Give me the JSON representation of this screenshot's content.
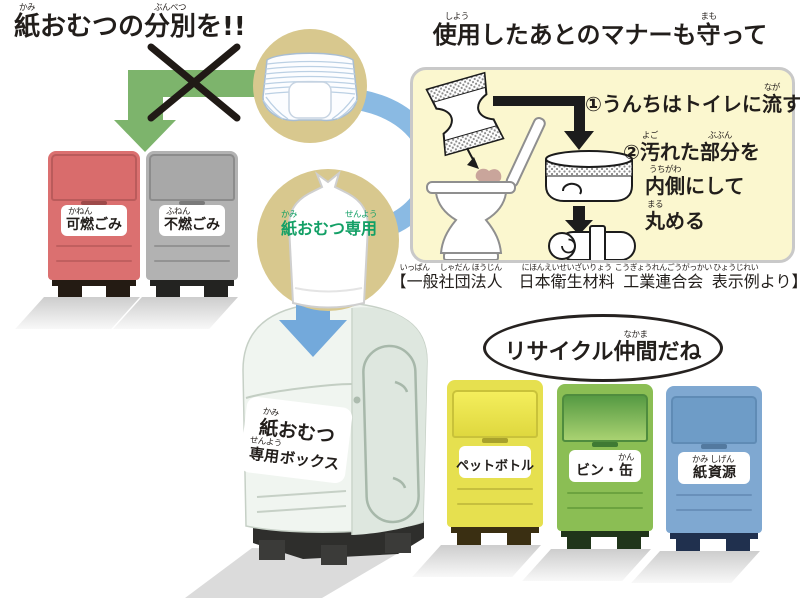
{
  "colors": {
    "green_arrow": "#7DB46C",
    "x_mark": "#201A16",
    "tan_circle": "#D8C88E",
    "blue_arrow": "#84B6E1",
    "panel_bg": "#FBF7CF",
    "panel_border": "#C9C9C9",
    "bag_text_green": "#13A066",
    "burnable_bin": "#DB7070",
    "nonburnable_bin": "#B2B2B2",
    "pet_bottle_bin": "#E6E04F",
    "bin_can_bin": "#8BBE54",
    "paper_resource_bin": "#7FA8D1",
    "diaper_box_body": "#F0F5F0"
  },
  "main_title": {
    "segments": [
      {
        "furi": "かみ",
        "base": "紙"
      },
      {
        "furi": "",
        "base": "おむつの"
      },
      {
        "furi": "ぶんべつ",
        "base": "分別"
      },
      {
        "furi": "",
        "base": "を!!"
      }
    ]
  },
  "wrong_bins": {
    "burnable": {
      "segments": [
        {
          "furi": "かねん",
          "base": "可燃"
        },
        {
          "furi": "",
          "base": "ごみ"
        }
      ]
    },
    "nonburnable": {
      "segments": [
        {
          "furi": "ふねん",
          "base": "不燃"
        },
        {
          "furi": "",
          "base": "ごみ"
        }
      ]
    }
  },
  "manner_panel": {
    "title_segments": [
      {
        "furi": "しよう",
        "base": "使用"
      },
      {
        "furi": "",
        "base": "したあとのマナーも"
      },
      {
        "furi": "まも",
        "base": "守"
      },
      {
        "furi": "",
        "base": "って"
      }
    ],
    "step1_segments": [
      {
        "furi": "",
        "base": "①うんちはトイレに"
      },
      {
        "furi": "なが",
        "base": "流"
      },
      {
        "furi": "",
        "base": "す"
      }
    ],
    "step2_line1_segments": [
      {
        "furi": "",
        "base": "②"
      },
      {
        "furi": "よご",
        "base": "汚"
      },
      {
        "furi": "",
        "base": "れた"
      },
      {
        "furi": "ぶぶん",
        "base": "部分"
      },
      {
        "furi": "",
        "base": "を"
      }
    ],
    "step2_line2_segments": [
      {
        "furi": "うちがわ",
        "base": "内側"
      },
      {
        "furi": "",
        "base": "にして"
      }
    ],
    "step2_line3_segments": [
      {
        "furi": "まる",
        "base": "丸"
      },
      {
        "furi": "",
        "base": "める"
      }
    ],
    "attribution_segments": [
      {
        "furi": "いっぱん",
        "base": "【一般"
      },
      {
        "furi": "しゃだん",
        "base": "社団"
      },
      {
        "furi": "ほうじん",
        "base": "法人"
      },
      {
        "furi": "",
        "base": "　"
      },
      {
        "furi": "にほんえいせいざいりょう",
        "base": "日本衛生材料"
      },
      {
        "furi": "こうぎょうれんごうがっかい",
        "base": "工業連合会"
      },
      {
        "furi": "ひょうじれい",
        "base": "表示例"
      },
      {
        "furi": "",
        "base": "より】"
      }
    ]
  },
  "diaper_bag": {
    "label_segments": [
      {
        "furi": "かみ",
        "base": "紙"
      },
      {
        "furi": "",
        "base": "おむつ"
      },
      {
        "furi": "せんよう",
        "base": "専用"
      }
    ]
  },
  "diaper_box": {
    "label_line1_segments": [
      {
        "furi": "かみ",
        "base": "紙"
      },
      {
        "furi": "",
        "base": "おむつ"
      }
    ],
    "label_line2_segments": [
      {
        "furi": "せんよう",
        "base": "専用"
      },
      {
        "furi": "",
        "base": "ボックス"
      }
    ]
  },
  "recycle": {
    "callout_segments": [
      {
        "furi": "",
        "base": "リサイクル"
      },
      {
        "furi": "なかま",
        "base": "仲間"
      },
      {
        "furi": "",
        "base": "だね"
      }
    ],
    "bins": [
      {
        "name": "pet-bottle",
        "label_segments": [
          {
            "furi": "",
            "base": "ペットボトル"
          }
        ]
      },
      {
        "name": "bin-can",
        "label_segments": [
          {
            "furi": "",
            "base": "ビン・"
          },
          {
            "furi": "かん",
            "base": "缶"
          }
        ]
      },
      {
        "name": "paper-resource",
        "label_segments": [
          {
            "furi": "かみ",
            "base": "紙"
          },
          {
            "furi": "しげん",
            "base": "資源"
          }
        ]
      }
    ]
  }
}
